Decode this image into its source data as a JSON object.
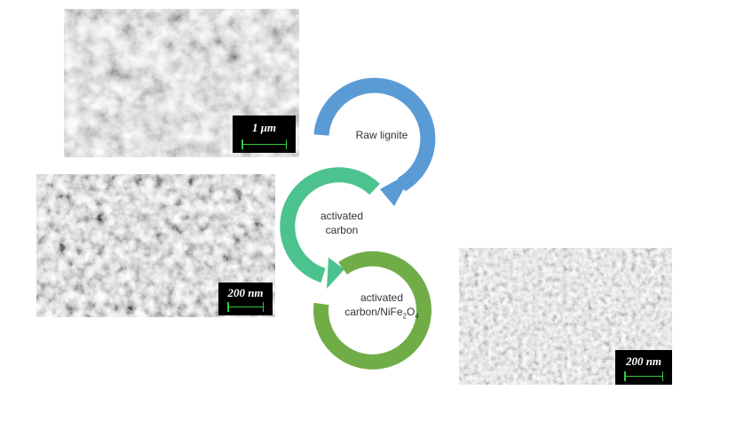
{
  "images": [
    {
      "name": "raw-lignite-sem",
      "scale_label": "1 μm"
    },
    {
      "name": "activated-carbon-sem",
      "scale_label": "200 nm"
    },
    {
      "name": "activated-carbon-nife2o4-sem",
      "scale_label": "200 nm"
    }
  ],
  "cycle": {
    "step1": "Raw lignite",
    "step2_line1": "activated",
    "step2_line2": "carbon",
    "step3_line1": "activated",
    "step3_line2_prefix": "carbon/NiFe",
    "step3_sub1": "2",
    "step3_mid": "O",
    "step3_sub2": "4"
  },
  "colors": {
    "blue": "#5B9BD5",
    "teal": "#4CC38E",
    "green": "#70AD47"
  }
}
